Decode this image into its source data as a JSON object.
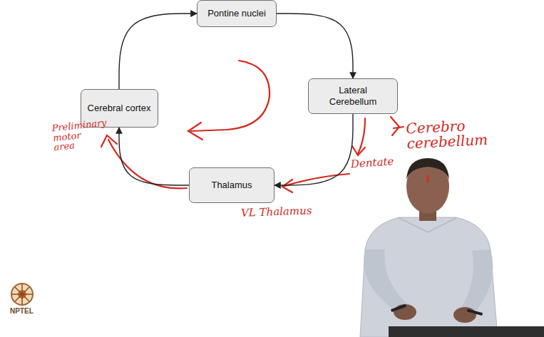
{
  "diagram": {
    "nodes": [
      {
        "text": [
          "Pontine nuclei"
        ]
      },
      {
        "text": [
          "Cerebral cortex"
        ]
      },
      {
        "text": [
          "Lateral Cerebellum"
        ]
      },
      {
        "text": [
          "Thalamus"
        ]
      }
    ],
    "edges": [
      {
        "from": 1,
        "to": 0,
        "arrow": "to"
      },
      {
        "from": 0,
        "to": 2,
        "arrow": "to"
      },
      {
        "from": 2,
        "to": 3,
        "arrow": "to"
      },
      {
        "from": 3,
        "to": 1,
        "arrow": "to"
      }
    ],
    "labels": [
      "Preliminary motor area",
      "Cerebro cerebellum",
      "Dentate",
      "VL Thalamus",
      "NPTEL"
    ]
  }
}
